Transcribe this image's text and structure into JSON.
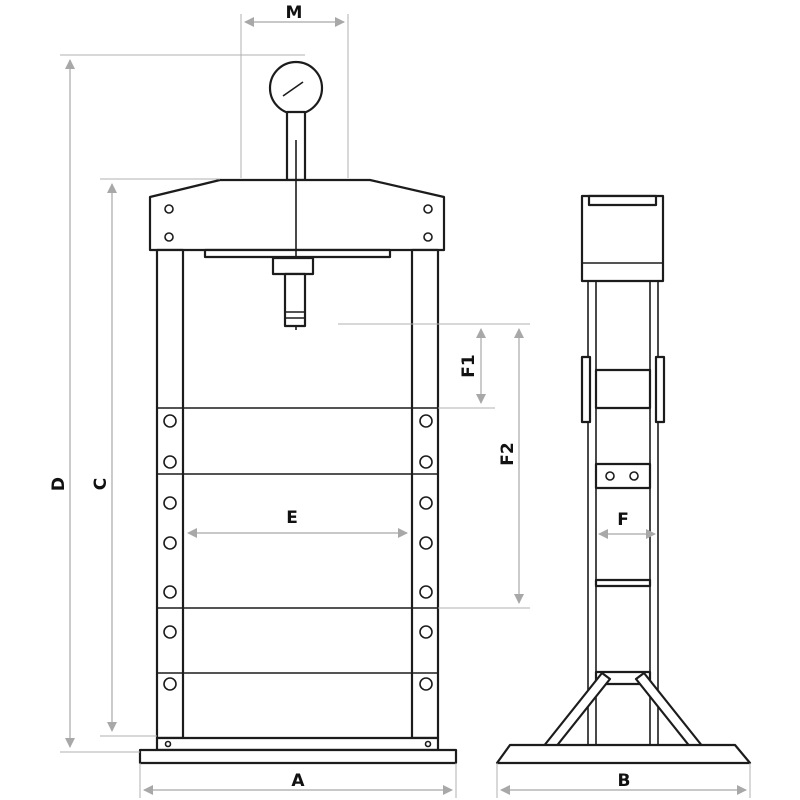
{
  "dimensions": {
    "M": "M",
    "D": "D",
    "C": "C",
    "E": "E",
    "F1": "F1",
    "F2": "F2",
    "F": "F",
    "A": "A",
    "B": "B"
  },
  "colors": {
    "outline": "#1c1c1c",
    "dimension": "#a8a8a8",
    "label": "#111111",
    "background": "#ffffff"
  }
}
